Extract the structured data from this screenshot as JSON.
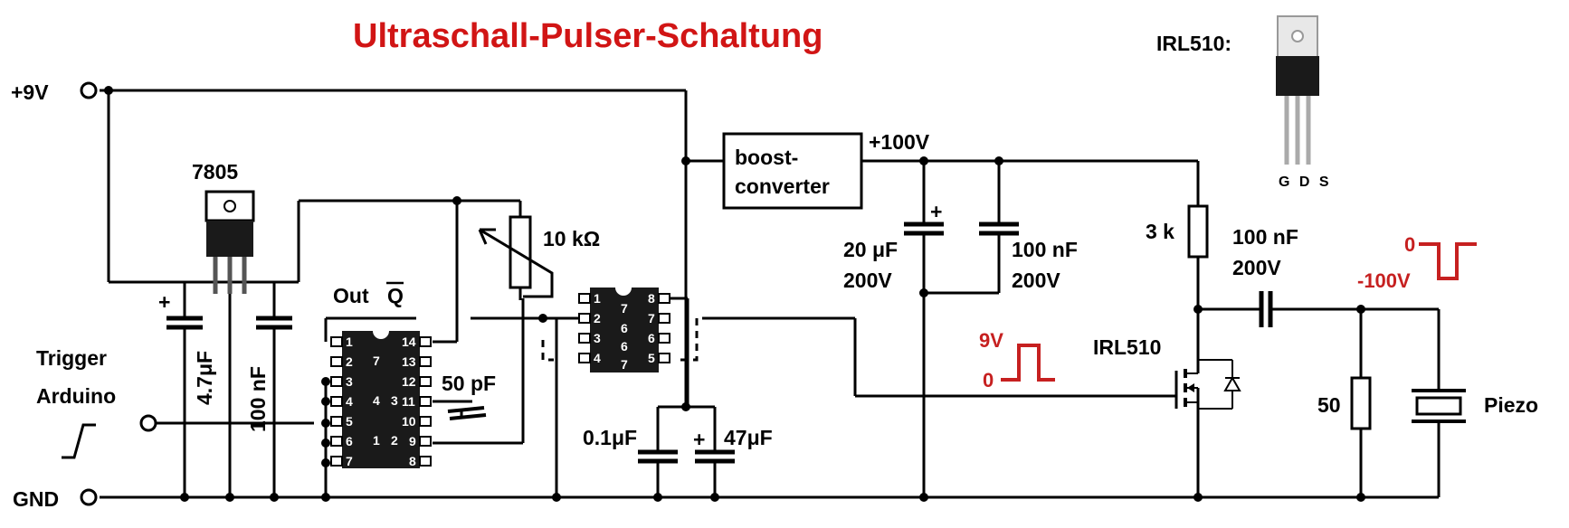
{
  "title": "Ultraschall-Pulser-Schaltung",
  "colors": {
    "title": "#d11515",
    "signal": "#c62020",
    "wire": "#000000",
    "ic_body": "#1a1a1a"
  },
  "terminals": {
    "vplus": "+9V",
    "gnd": "GND"
  },
  "trigger": {
    "line1": "Trigger",
    "line2": "Arduino"
  },
  "regulator": {
    "name": "7805"
  },
  "transistor_ref": {
    "label": "IRL510:",
    "pins": "G D S"
  },
  "boost": {
    "line1": "boost-",
    "line2": "converter"
  },
  "hv_label": "+100V",
  "components": {
    "c_reg_in": "4.7μF",
    "c_reg_out": "100 nF",
    "pot": "10 kΩ",
    "out_q": "Out",
    "out_q_bar": "Q",
    "c_timing": "50 pF",
    "c_dec1": "0.1μF",
    "c_dec2": "47μF",
    "c_hv1_a": "20 μF",
    "c_hv1_b": "200V",
    "c_hv2_a": "100 nF",
    "c_hv2_b": "200V",
    "r_drain": "3 k",
    "c_out_a": "100 nF",
    "c_out_b": "200V",
    "mosfet": "IRL510",
    "r_load": "50",
    "piezo": "Piezo"
  },
  "signals": {
    "gate_high": "9V",
    "gate_low": "0",
    "out_high": "0",
    "out_low": "-100V"
  },
  "ic14_left_pins": [
    "1",
    "2",
    "3",
    "4",
    "5",
    "6",
    "7"
  ],
  "ic14_right_pins": [
    "14",
    "13",
    "12",
    "11",
    "10",
    "9",
    "8"
  ],
  "ic14_inner_left": [
    "7",
    "4",
    "1"
  ],
  "ic14_inner_right": [
    "3",
    "2"
  ],
  "ic8_left_pins": [
    "1",
    "2",
    "3",
    "4"
  ],
  "ic8_right_pins": [
    "8",
    "7",
    "6",
    "5"
  ],
  "ic8_inner_left": [
    "7",
    "6",
    "6",
    "7"
  ]
}
